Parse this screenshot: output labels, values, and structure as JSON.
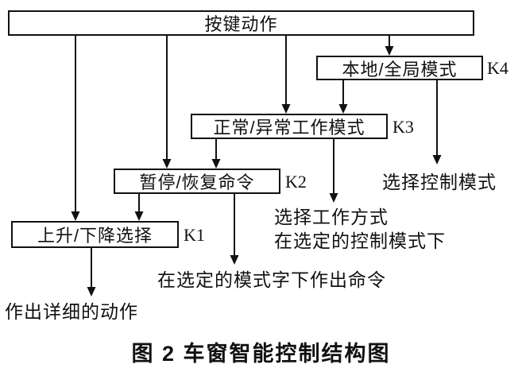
{
  "diagram": {
    "root_label": "按键动作",
    "nodes": [
      {
        "label": "本地/全局模式",
        "key": "K4"
      },
      {
        "label": "正常/异常工作模式",
        "key": "K3"
      },
      {
        "label": "暂停/恢复命令",
        "key": "K2"
      },
      {
        "label": "上升/下降选择",
        "key": "K1"
      }
    ],
    "annotations": {
      "k4_result": "选择控制模式",
      "k3_result_line1": "选择工作方式",
      "k3_result_line2": "在选定的控制模式下",
      "k2_result": "在选定的模式字下作出命令",
      "k1_result": "作出详细的动作"
    },
    "caption": "图 2  车窗智能控制结构图"
  }
}
